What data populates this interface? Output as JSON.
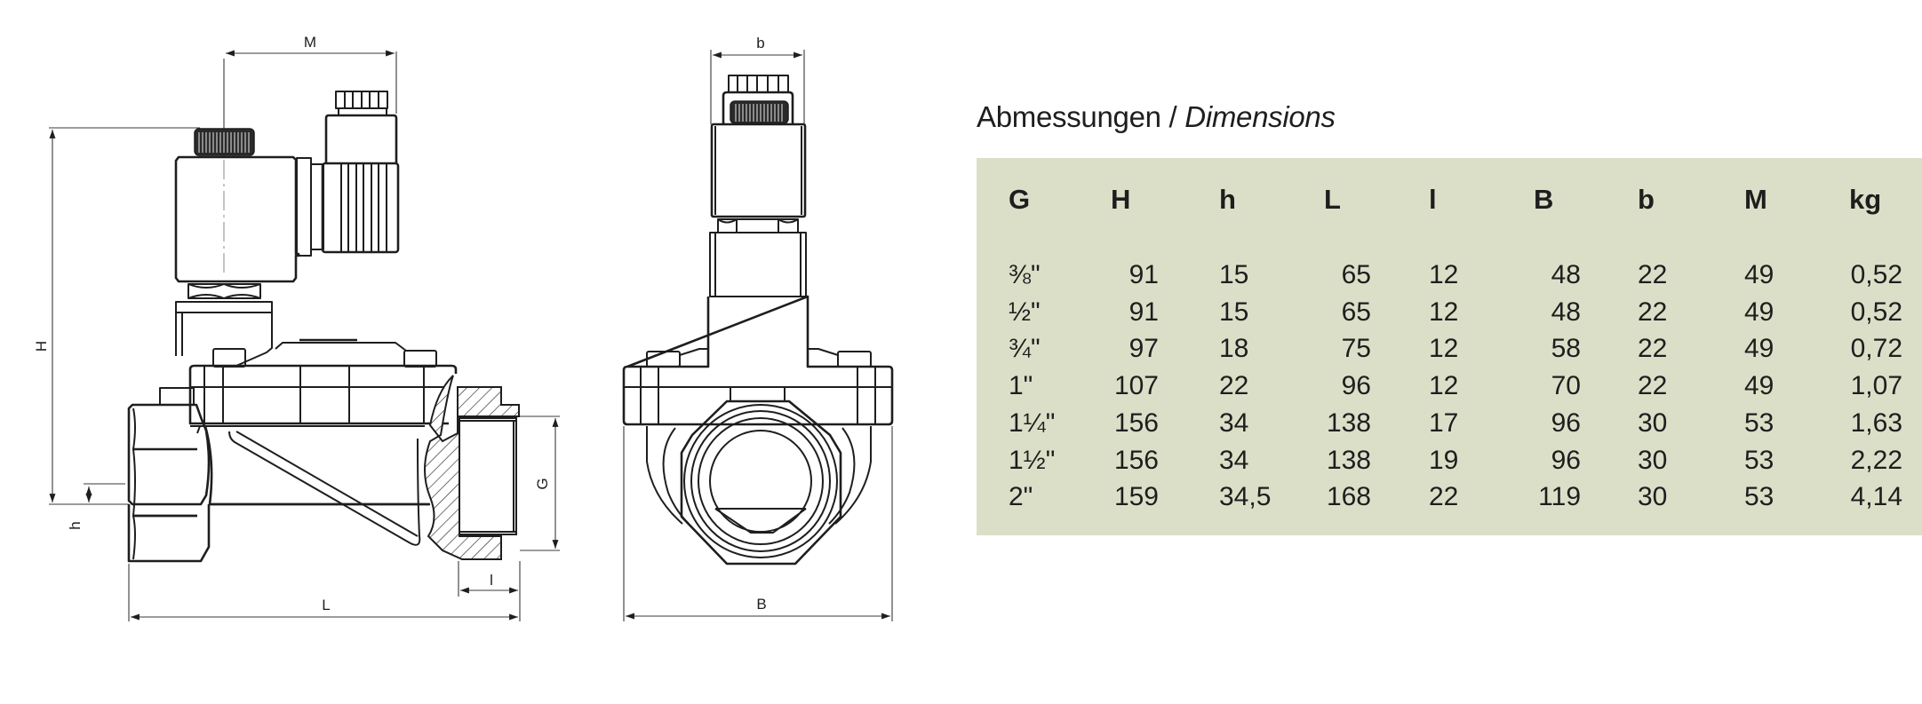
{
  "title": {
    "german": "Abmessungen",
    "separator": " / ",
    "english": "Dimensions"
  },
  "drawing": {
    "side_view_labels": {
      "M": "M",
      "H": "H",
      "h": "h",
      "G": "G",
      "l": "l",
      "L": "L"
    },
    "front_view_labels": {
      "b": "b",
      "B": "B"
    }
  },
  "table": {
    "background_color": "#dcdfc8",
    "headers": [
      "G",
      "H",
      "h",
      "L",
      "l",
      "B",
      "b",
      "M",
      "kg"
    ],
    "rows": [
      [
        "⅜\"",
        "91",
        "15",
        "65",
        "12",
        "48",
        "22",
        "49",
        "0,52"
      ],
      [
        "½\"",
        "91",
        "15",
        "65",
        "12",
        "48",
        "22",
        "49",
        "0,52"
      ],
      [
        "¾\"",
        "97",
        "18",
        "75",
        "12",
        "58",
        "22",
        "49",
        "0,72"
      ],
      [
        "1\"",
        "107",
        "22",
        "96",
        "12",
        "70",
        "22",
        "49",
        "1,07"
      ],
      [
        "1¼\"",
        "156",
        "34",
        "138",
        "17",
        "96",
        "30",
        "53",
        "1,63"
      ],
      [
        "1½\"",
        "156",
        "34",
        "138",
        "19",
        "96",
        "30",
        "53",
        "2,22"
      ],
      [
        "2\"",
        "159",
        "34,5",
        "168",
        "22",
        "119",
        "30",
        "53",
        "4,14"
      ]
    ]
  }
}
